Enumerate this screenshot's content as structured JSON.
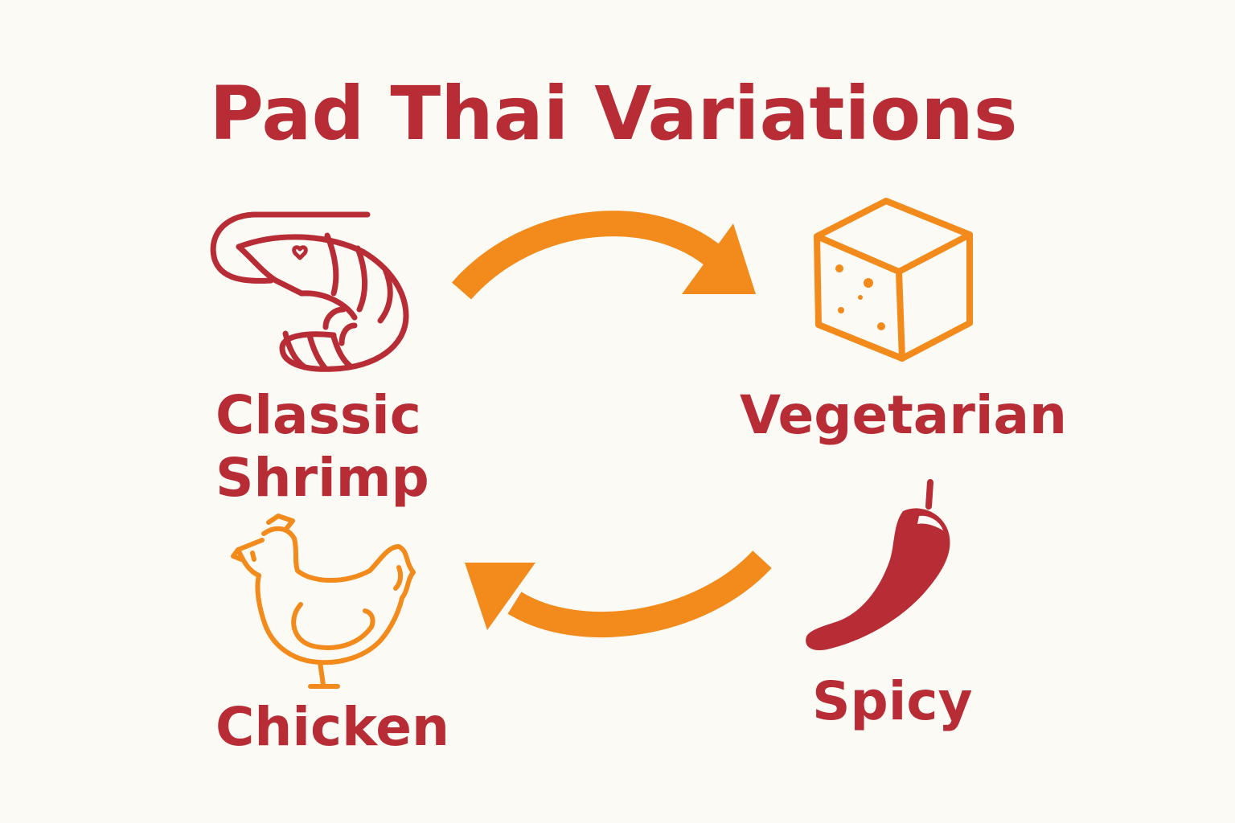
{
  "title": "Pad Thai Variations",
  "colors": {
    "red": "#b82c36",
    "orange": "#f28b1c",
    "background": "#fcfaf5"
  },
  "variations": [
    {
      "icon": "shrimp-icon",
      "label_line1": "Classic",
      "label_line2": "Shrimp"
    },
    {
      "icon": "tofu-icon",
      "label": "Vegetarian"
    },
    {
      "icon": "chili-pepper-icon",
      "label": "Spicy"
    },
    {
      "icon": "chicken-icon",
      "label": "Chicken"
    }
  ]
}
